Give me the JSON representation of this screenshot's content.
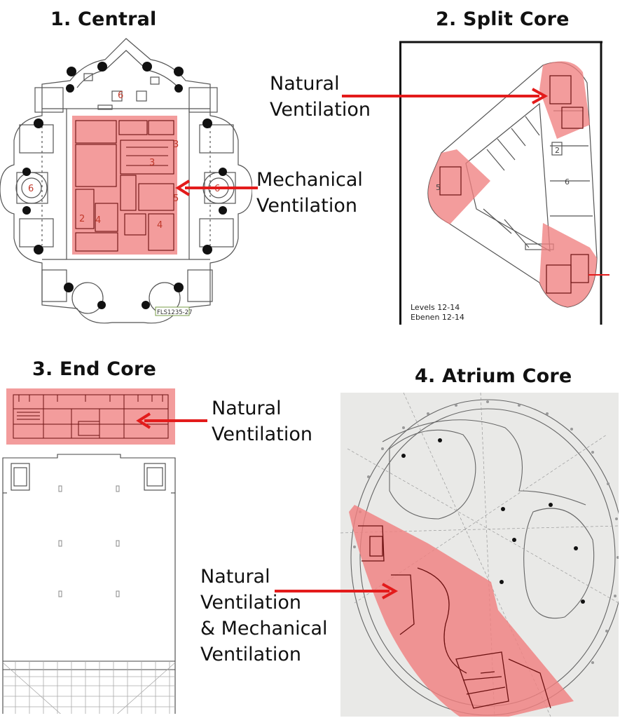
{
  "panels": [
    {
      "title": "1.  Central",
      "callout": [
        "Mechanical",
        "Ventilation"
      ],
      "plan_code": "FLS1235-27",
      "room_numbers": [
        "6",
        "6",
        "6",
        "3",
        "2",
        "4",
        "4",
        "5",
        "3"
      ]
    },
    {
      "title": "2.  Split Core",
      "callout": [
        "Natural",
        "Ventilation"
      ],
      "plan_caption": [
        "Levels 12-14",
        "Ebenen 12-14"
      ],
      "room_numbers": [
        "2",
        "6",
        "5"
      ]
    },
    {
      "title": "3.  End Core",
      "callout": [
        "Natural",
        "Ventilation"
      ]
    },
    {
      "title": "4.  Atrium Core",
      "callout": [
        "Natural",
        "Ventilation",
        "& Mechanical",
        "Ventilation"
      ]
    }
  ],
  "colors": {
    "core_highlight": "#f08080",
    "arrow": "#e31b1b",
    "plan_line": "#555555"
  }
}
